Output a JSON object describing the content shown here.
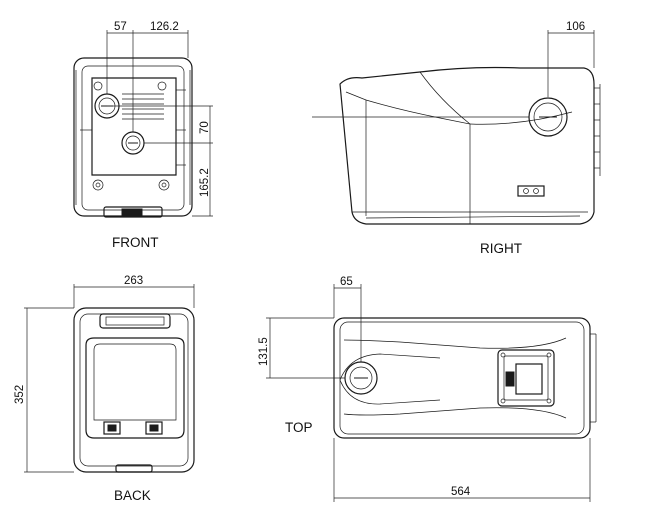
{
  "views": {
    "front": {
      "label": "FRONT",
      "dims": {
        "top_left": "57",
        "top_right": "126.2",
        "side_upper": "70",
        "side_lower": "165.2"
      }
    },
    "right": {
      "label": "RIGHT",
      "dims": {
        "top": "106"
      }
    },
    "back": {
      "label": "BACK",
      "dims": {
        "width": "263",
        "height": "352"
      }
    },
    "top": {
      "label": "TOP",
      "dims": {
        "left": "65",
        "height": "131.5",
        "length": "564"
      }
    }
  }
}
